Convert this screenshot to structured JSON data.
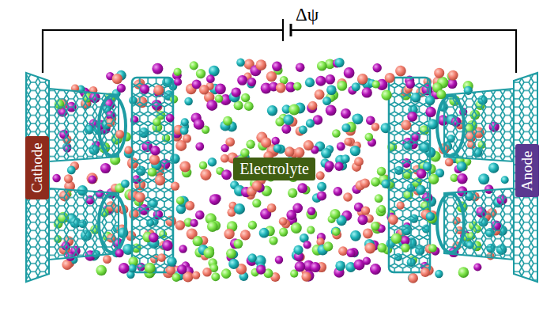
{
  "diagram": {
    "nodes": [
      {
        "text": [
          "Cathode"
        ]
      },
      {
        "text": [
          "Electrolyte"
        ]
      },
      {
        "text": [
          "Anode"
        ]
      }
    ],
    "labels": [
      "Δψ"
    ]
  }
}
